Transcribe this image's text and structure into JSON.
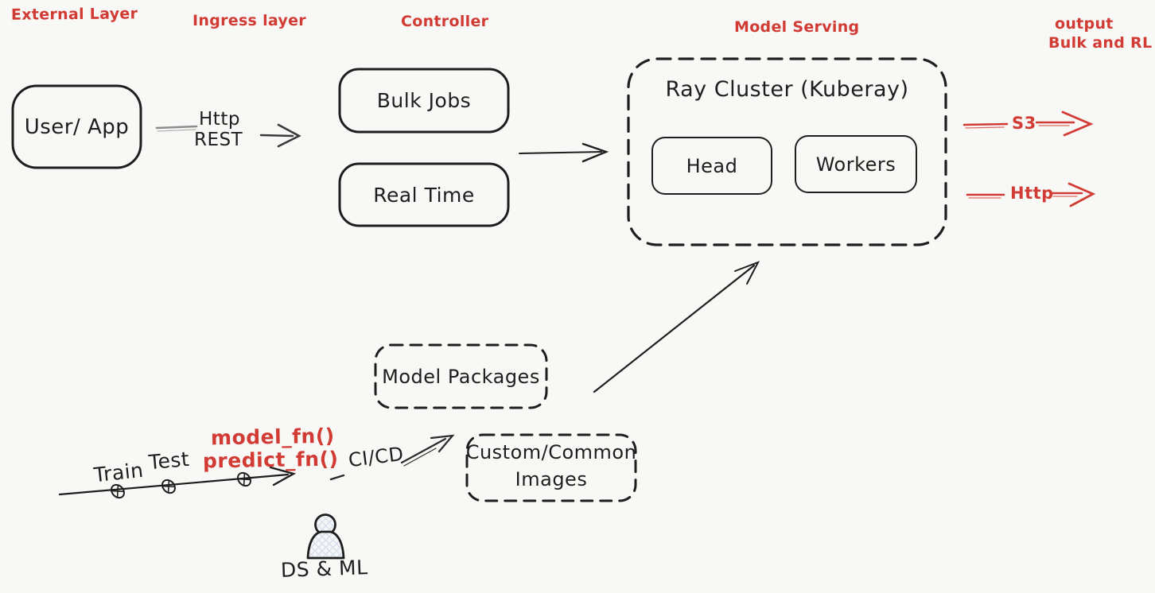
{
  "colors": {
    "background": "#f8f8f7",
    "ink": "#1e1e1e",
    "accent_red": "#d23b33",
    "sketch_gray": "#8d8d8d",
    "person_fill_hatch": "#d9e0ea"
  },
  "section_labels": {
    "external": "External Layer",
    "ingress": "Ingress layer",
    "controller": "Controller",
    "model_serving": "Model Serving",
    "output_line1": "output",
    "output_line2": "Bulk and RL"
  },
  "nodes": {
    "user_app": "User/ App",
    "bulk_jobs": "Bulk Jobs",
    "real_time": "Real Time",
    "ray_cluster_title": "Ray Cluster (Kuberay)",
    "head": "Head",
    "workers": "Workers",
    "model_packages": "Model Packages",
    "custom_images_line1": "Custom/Common",
    "custom_images_line2": "Images"
  },
  "edge_labels": {
    "http_rest_line1": "Http",
    "http_rest_line2": "REST",
    "s3_out": "S3",
    "http_out": "Http",
    "train": "Train",
    "test": "Test",
    "model_fn": "model_fn()",
    "predict_fn": "predict_fn()",
    "ci_cd": "CI/CD"
  },
  "actors": {
    "ds_ml": "DS & ML"
  }
}
